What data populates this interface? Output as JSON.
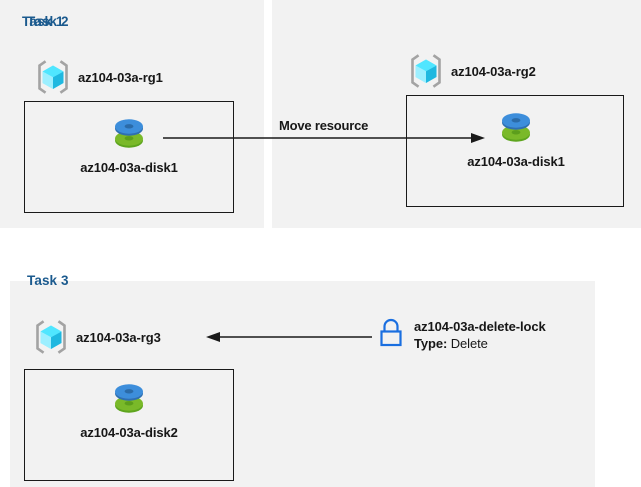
{
  "diagram": {
    "title_color": "#1b5a8e",
    "panel_background": "#f2f2f2",
    "canvas_background": "#ffffff",
    "box_border_color": "#1a1a1a",
    "arrow_color": "#1a1a1a",
    "lock_color": "#1a6fe0",
    "disk_top_color": "#3d8edb",
    "disk_bottom_color": "#7ab929",
    "rg_cube_color": "#50e6ff"
  },
  "tasks": [
    {
      "title": "Task 1",
      "resource_group": {
        "label": "az104-03a-rg1",
        "icon": "resource-group-icon"
      },
      "resource": {
        "label": "az104-03a-disk1",
        "icon": "managed-disk-icon"
      }
    },
    {
      "title": "Task 2",
      "resource_group": {
        "label": "az104-03a-rg2",
        "icon": "resource-group-icon"
      },
      "resource": {
        "label": "az104-03a-disk1",
        "icon": "managed-disk-icon"
      }
    },
    {
      "title": "Task 3",
      "resource_group": {
        "label": "az104-03a-rg3",
        "icon": "resource-group-icon"
      },
      "resource": {
        "label": "az104-03a-disk2",
        "icon": "managed-disk-icon"
      }
    }
  ],
  "connectors": {
    "move": {
      "label": "Move resource",
      "direction": "right"
    },
    "lock": {
      "label": "",
      "direction": "left"
    }
  },
  "lock": {
    "icon": "lock-icon",
    "name": "az104-03a-delete-lock",
    "type_key": "Type:",
    "type_value": "Delete"
  }
}
